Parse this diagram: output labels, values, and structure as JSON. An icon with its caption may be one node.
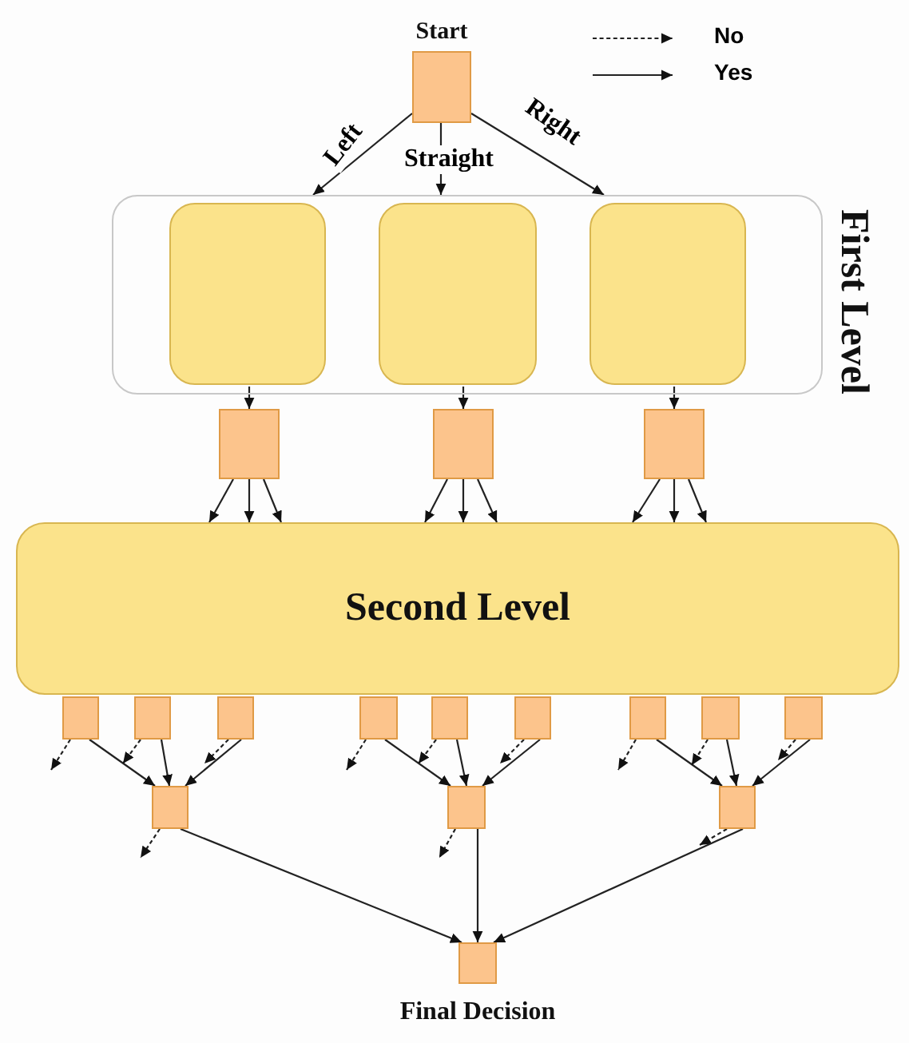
{
  "diagram": {
    "nodes": [
      {
        "text": [
          "Start"
        ]
      },
      {
        "text": [
          "First Level"
        ]
      },
      {
        "text": [],
        "shape": "box",
        "in": 1
      },
      {
        "text": [],
        "shape": "box",
        "in": 1
      },
      {
        "text": [],
        "shape": "box",
        "in": 1
      },
      {
        "text": [],
        "shape": "box"
      },
      {
        "text": [],
        "shape": "box"
      },
      {
        "text": [],
        "shape": "box"
      },
      {
        "text": [
          "Second Level"
        ]
      },
      {
        "text": [],
        "shape": "box"
      },
      {
        "text": [],
        "shape": "box"
      },
      {
        "text": [],
        "shape": "box"
      },
      {
        "text": [],
        "shape": "box"
      },
      {
        "text": [],
        "shape": "box"
      },
      {
        "text": [],
        "shape": "box"
      },
      {
        "text": [],
        "shape": "box"
      },
      {
        "text": [],
        "shape": "box"
      },
      {
        "text": [],
        "shape": "box"
      },
      {
        "text": [],
        "shape": "box"
      },
      {
        "text": [],
        "shape": "box"
      },
      {
        "text": [],
        "shape": "box"
      },
      {
        "text": [
          "Final Decision"
        ]
      }
    ],
    "edges": [
      {
        "from": 0,
        "to": 1,
        "arrow": "to",
        "label": "Left"
      },
      {
        "from": 0,
        "to": 1,
        "arrow": "to",
        "label": "Straight"
      },
      {
        "from": 0,
        "to": 1,
        "arrow": "to",
        "label": "Right"
      },
      {
        "from": 2,
        "to": 5,
        "arrow": "to"
      },
      {
        "from": 3,
        "to": 6,
        "arrow": "to"
      },
      {
        "from": 4,
        "to": 7,
        "arrow": "to"
      },
      {
        "from": 5,
        "to": 8,
        "arrow": "to"
      },
      {
        "from": 5,
        "to": 8,
        "arrow": "to"
      },
      {
        "from": 5,
        "to": 8,
        "arrow": "to"
      },
      {
        "from": 6,
        "to": 8,
        "arrow": "to"
      },
      {
        "from": 6,
        "to": 8,
        "arrow": "to"
      },
      {
        "from": 6,
        "to": 8,
        "arrow": "to"
      },
      {
        "from": 7,
        "to": 8,
        "arrow": "to"
      },
      {
        "from": 7,
        "to": 8,
        "arrow": "to"
      },
      {
        "from": 7,
        "to": 8,
        "arrow": "to"
      },
      {
        "from": 9,
        "to": 18,
        "arrow": "to"
      },
      {
        "from": 10,
        "to": 18,
        "arrow": "to"
      },
      {
        "from": 11,
        "to": 18,
        "arrow": "to"
      },
      {
        "from": 12,
        "to": 19,
        "arrow": "to"
      },
      {
        "from": 13,
        "to": 19,
        "arrow": "to"
      },
      {
        "from": 14,
        "to": 19,
        "arrow": "to"
      },
      {
        "from": 15,
        "to": 20,
        "arrow": "to"
      },
      {
        "from": 16,
        "to": 20,
        "arrow": "to"
      },
      {
        "from": 17,
        "to": 20,
        "arrow": "to"
      },
      {
        "from": 9,
        "to": null,
        "arrow": "to",
        "style": "dashed"
      },
      {
        "from": 10,
        "to": null,
        "arrow": "to",
        "style": "dashed"
      },
      {
        "from": 11,
        "to": null,
        "arrow": "to",
        "style": "dashed"
      },
      {
        "from": 12,
        "to": null,
        "arrow": "to",
        "style": "dashed"
      },
      {
        "from": 13,
        "to": null,
        "arrow": "to",
        "style": "dashed"
      },
      {
        "from": 14,
        "to": null,
        "arrow": "to",
        "style": "dashed"
      },
      {
        "from": 15,
        "to": null,
        "arrow": "to",
        "style": "dashed"
      },
      {
        "from": 16,
        "to": null,
        "arrow": "to",
        "style": "dashed"
      },
      {
        "from": 17,
        "to": null,
        "arrow": "to",
        "style": "dashed"
      },
      {
        "from": 18,
        "to": null,
        "arrow": "to",
        "style": "dashed"
      },
      {
        "from": 19,
        "to": null,
        "arrow": "to",
        "style": "dashed"
      },
      {
        "from": 20,
        "to": null,
        "arrow": "to",
        "style": "dashed"
      },
      {
        "from": 18,
        "to": 21,
        "arrow": "to"
      },
      {
        "from": 19,
        "to": 21,
        "arrow": "to"
      },
      {
        "from": 20,
        "to": 21,
        "arrow": "to"
      }
    ],
    "legend": [
      {
        "text": "No"
      },
      {
        "text": "Yes"
      }
    ]
  }
}
